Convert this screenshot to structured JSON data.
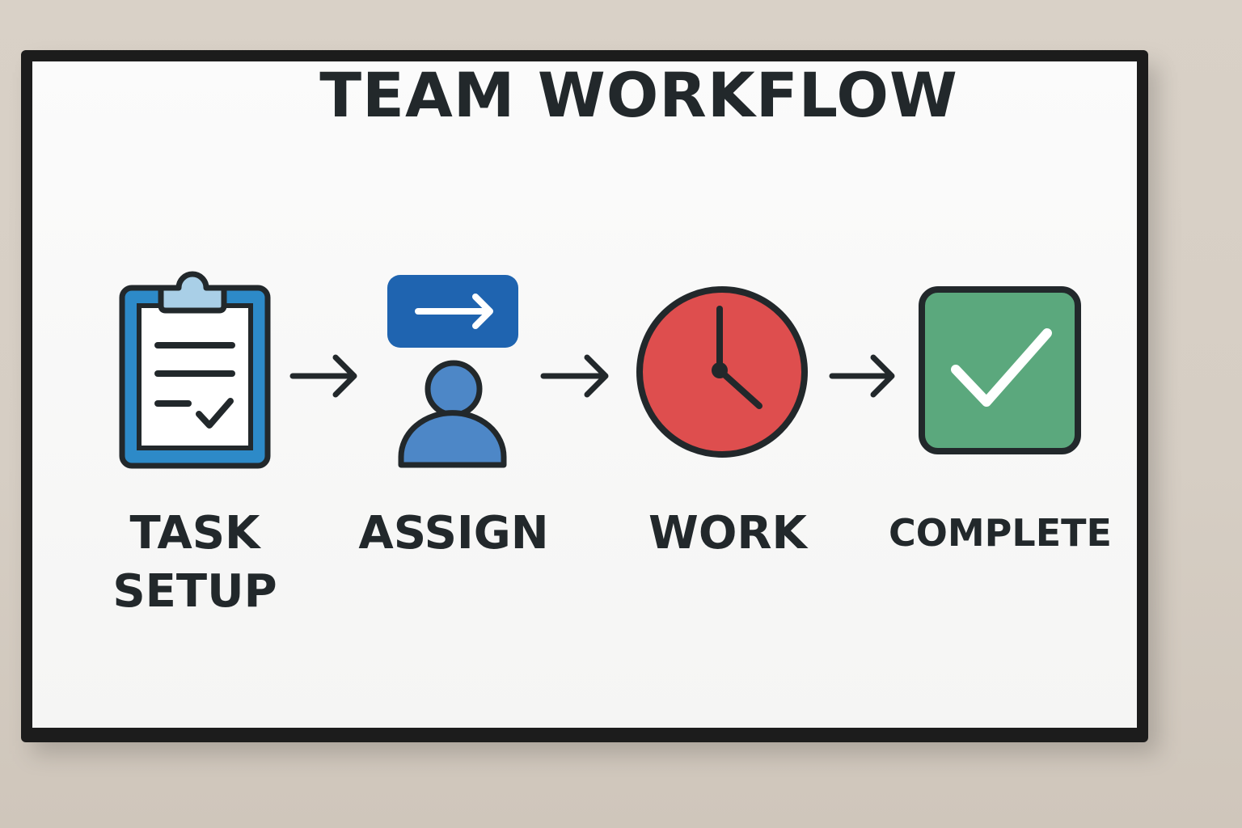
{
  "title": "TEAM WORKFLOW",
  "steps": [
    {
      "label_lines": [
        "TASK",
        "SETUP"
      ],
      "icon": "clipboard-checklist-icon"
    },
    {
      "label_lines": [
        "ASSIGN"
      ],
      "icon": "assign-person-icon"
    },
    {
      "label_lines": [
        "WORK"
      ],
      "icon": "clock-icon"
    },
    {
      "label_lines": [
        "COMPLETE"
      ],
      "icon": "checkbox-checked-icon"
    }
  ],
  "colors": {
    "text": "#22282b",
    "clipboard_blue": "#2d8ac8",
    "clip_light_blue": "#a9cfe7",
    "assign_box_blue": "#1f64b0",
    "person_blue": "#4d87c7",
    "clock_red": "#de4e4e",
    "check_green": "#5ba87d"
  }
}
